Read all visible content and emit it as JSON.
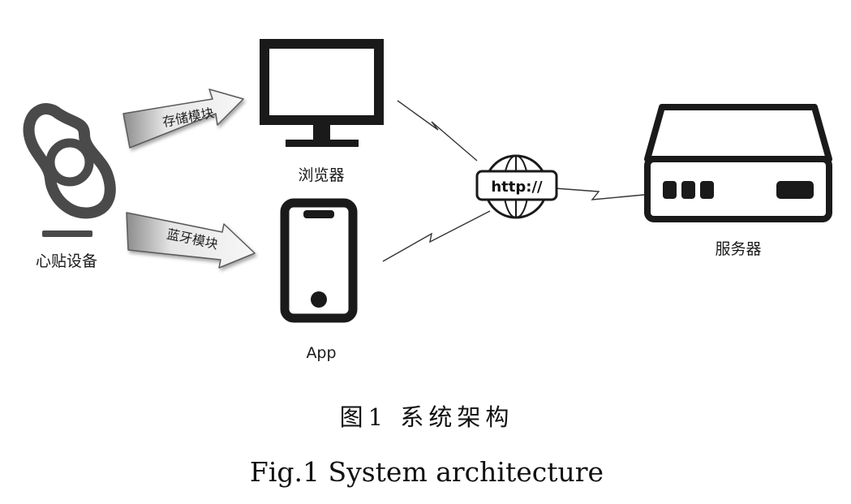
{
  "nodes": {
    "heart_patch": {
      "label": "心贴设备",
      "icon": "heart-patch-device-icon"
    },
    "browser": {
      "label": "浏览器",
      "icon": "monitor-icon"
    },
    "app": {
      "label": "App",
      "icon": "smartphone-icon"
    },
    "network": {
      "label": "http://",
      "icon": "globe-icon"
    },
    "server": {
      "label": "服务器",
      "icon": "server-box-icon"
    }
  },
  "edges": {
    "storage": {
      "label": "存储模块"
    },
    "bluetooth": {
      "label": "蓝牙模块"
    }
  },
  "caption": {
    "chinese": "图1 系统架构",
    "english": "Fig.1 System architecture"
  },
  "colors": {
    "icon": "#1a1a1a",
    "device_outline": "#4a4a4a",
    "arrow_fill_light": "#f2f2f2",
    "arrow_fill_dark": "#9a9a9a"
  }
}
